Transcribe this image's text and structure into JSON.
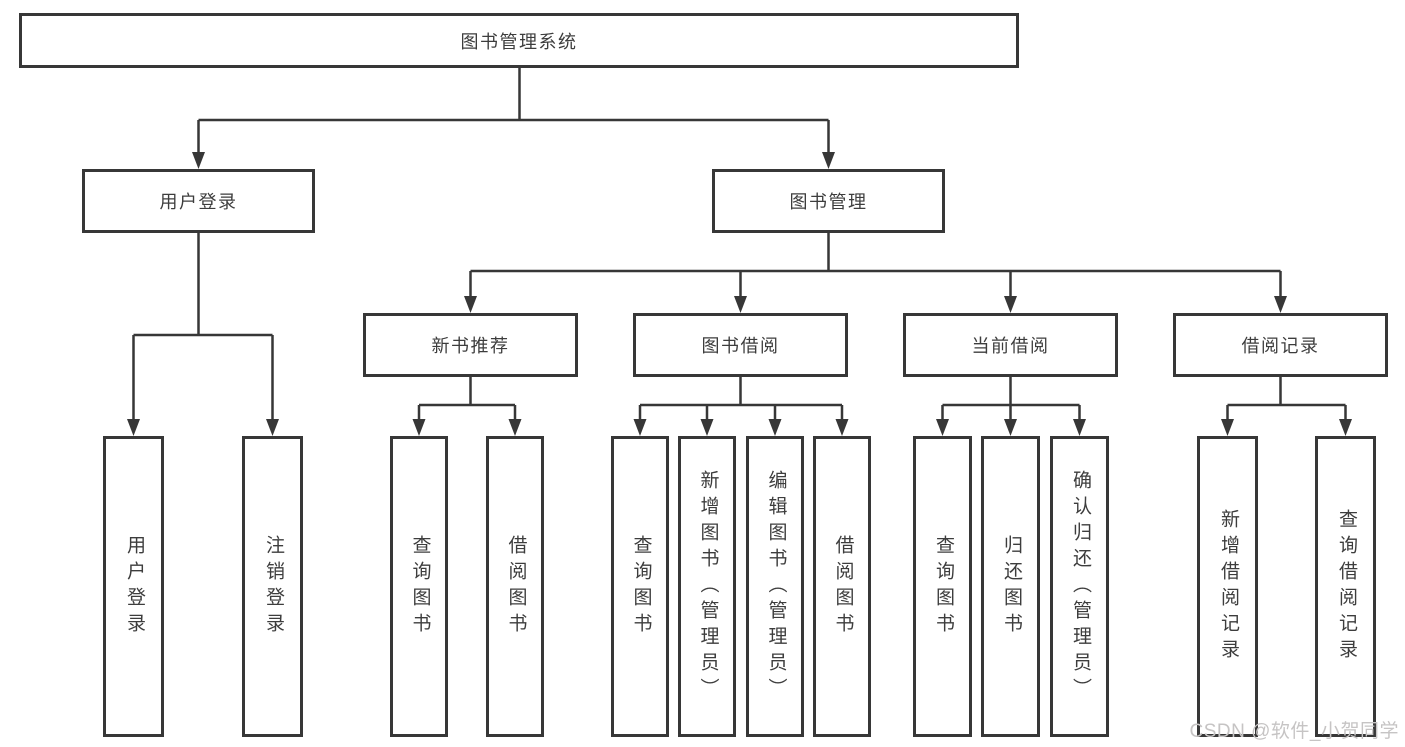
{
  "diagram": {
    "root": {
      "label": "图书管理系统"
    },
    "level2": [
      {
        "label": "用户登录"
      },
      {
        "label": "图书管理"
      }
    ],
    "level3": [
      {
        "label": "新书推荐"
      },
      {
        "label": "图书借阅"
      },
      {
        "label": "当前借阅"
      },
      {
        "label": "借阅记录"
      }
    ],
    "leaves": {
      "user_login": [
        "用户登录",
        "注销登录"
      ],
      "new_book_recommend": [
        "查询图书",
        "借阅图书"
      ],
      "book_borrow": [
        "查询图书",
        "新增图书（管理员）",
        "编辑图书（管理员）",
        "借阅图书"
      ],
      "current_borrow": [
        "查询图书",
        "归还图书",
        "确认归还（管理员）"
      ],
      "borrow_records": [
        "新增借阅记录",
        "查询借阅记录"
      ]
    }
  },
  "watermark": "CSDN @软件_小贺同学",
  "colors": {
    "line": "#373737",
    "text": "#3d3d3d",
    "background": "#ffffff",
    "watermark": "#c6c4c4"
  }
}
